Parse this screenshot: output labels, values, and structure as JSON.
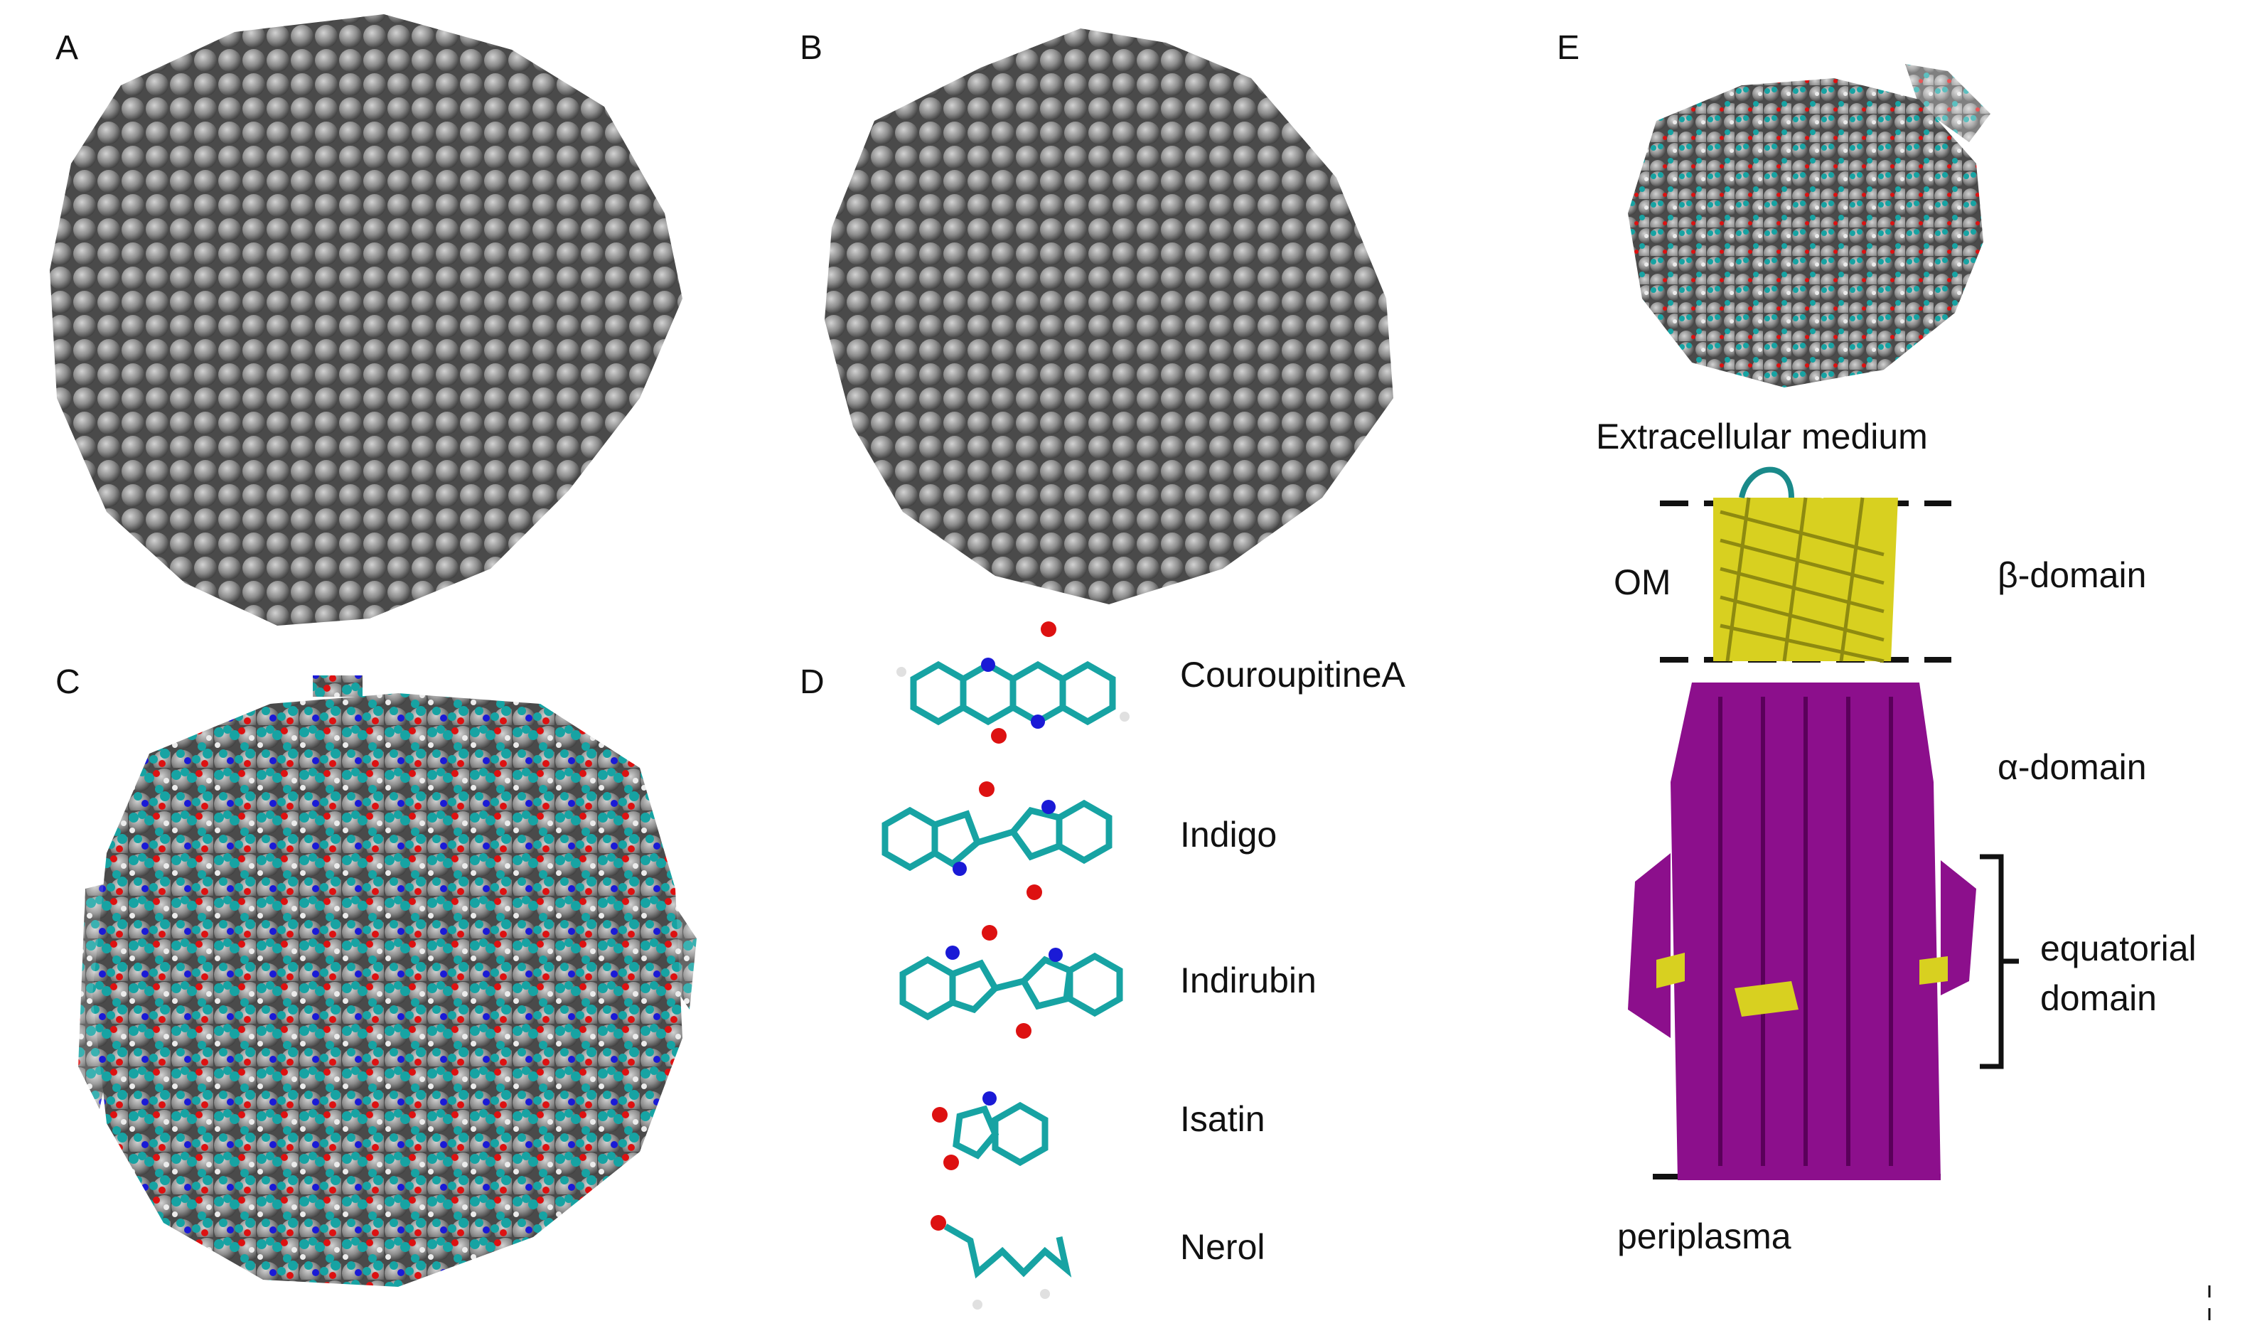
{
  "panels": {
    "a": {
      "letter": "A"
    },
    "b": {
      "letter": "B"
    },
    "c": {
      "letter": "C"
    },
    "d": {
      "letter": "D",
      "molecules": [
        {
          "name": "CouroupitineA"
        },
        {
          "name": "Indigo"
        },
        {
          "name": "Indirubin"
        },
        {
          "name": "Isatin"
        },
        {
          "name": "Nerol"
        }
      ]
    },
    "e": {
      "letter": "E",
      "labels": {
        "extracellular": "Extracellular medium",
        "om": "OM",
        "beta_domain": "β-domain",
        "alpha_domain": "α-domain",
        "equatorial_line1": "equatorial",
        "equatorial_line2": "domain",
        "periplasma": "periplasma"
      }
    }
  },
  "colors": {
    "sphere_gray": "#8a8a8a",
    "carbon_teal": "#17a3a3",
    "oxygen_red": "#dd1111",
    "nitrogen_blue": "#1a1ad6",
    "hydrogen_white": "#e8e8e8",
    "beta_yellow": "#d8d020",
    "alpha_purple": "#8c0f8c"
  }
}
